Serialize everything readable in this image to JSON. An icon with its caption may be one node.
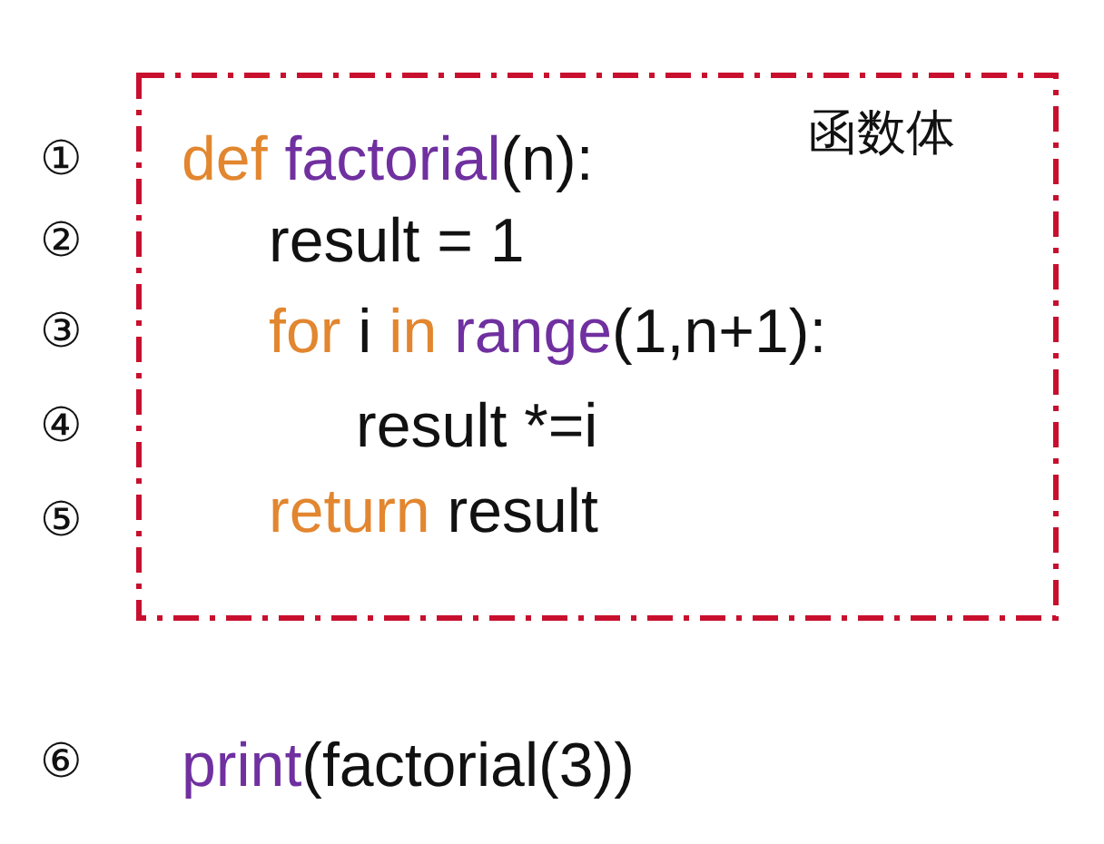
{
  "diagram": {
    "nodes": [
      {
        "text": [
          "函数体"
        ]
      }
    ],
    "edges": [],
    "labels": [
      "①",
      "def factorial(n):",
      "②",
      "result = 1",
      "③",
      "for i in range(1,n+1):",
      "④",
      "result *=i",
      "⑤",
      "return result",
      "⑥",
      "print(factorial(3))"
    ]
  }
}
